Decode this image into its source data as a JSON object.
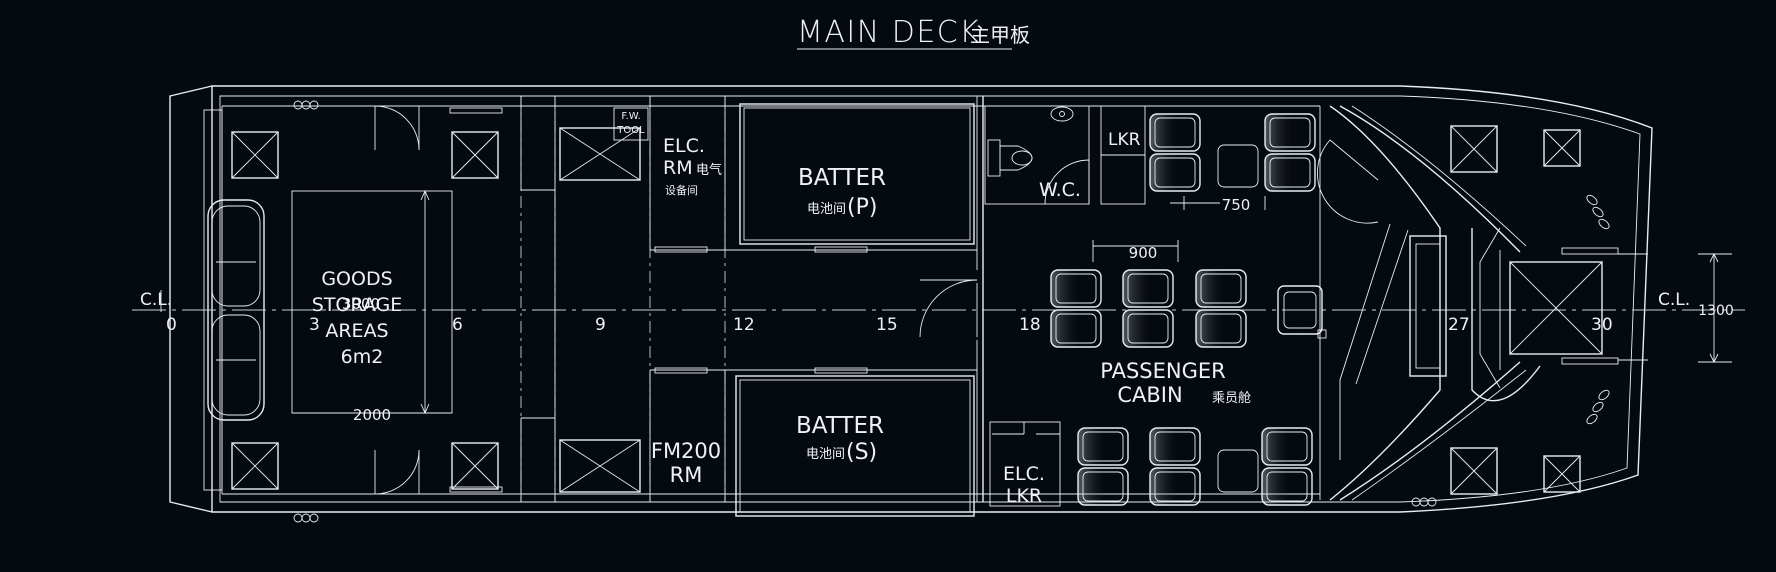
{
  "title": "MAIN DECK",
  "title_cn": "主甲板",
  "centerline_label": "C.L.",
  "frame_numbers": [
    "0",
    "3",
    "6",
    "9",
    "12",
    "15",
    "18",
    "27",
    "30"
  ],
  "rooms": {
    "goods_storage": {
      "line1": "GOODS",
      "line2": "STORAGE",
      "line3": "AREAS",
      "area": "6m2"
    },
    "fw_tool": {
      "line1": "F.W.",
      "line2": "TOOL"
    },
    "elc_rm": {
      "line1": "ELC.",
      "line2": "RM",
      "cn_suffix": "电气",
      "cn_line": "设备间"
    },
    "battery_p": {
      "label": "BATTER",
      "cn": "电池间",
      "side": "(P)"
    },
    "battery_s": {
      "label": "BATTER",
      "cn": "电池间",
      "side": "(S)"
    },
    "fm200_rm": {
      "line1": "FM200",
      "line2": "RM"
    },
    "lkr": "LKR",
    "wc": "W.C.",
    "elc_lkr": {
      "line1": "ELC.",
      "line2": "LKR"
    },
    "passenger_cabin": {
      "line1": "PASSENGER",
      "line2": "CABIN",
      "cn": "乘员舱"
    }
  },
  "dimensions": {
    "storage_length": "3000",
    "storage_width": "2000",
    "seat_spacing_a": "750",
    "seat_spacing_b": "900",
    "bow_width": "1300"
  }
}
